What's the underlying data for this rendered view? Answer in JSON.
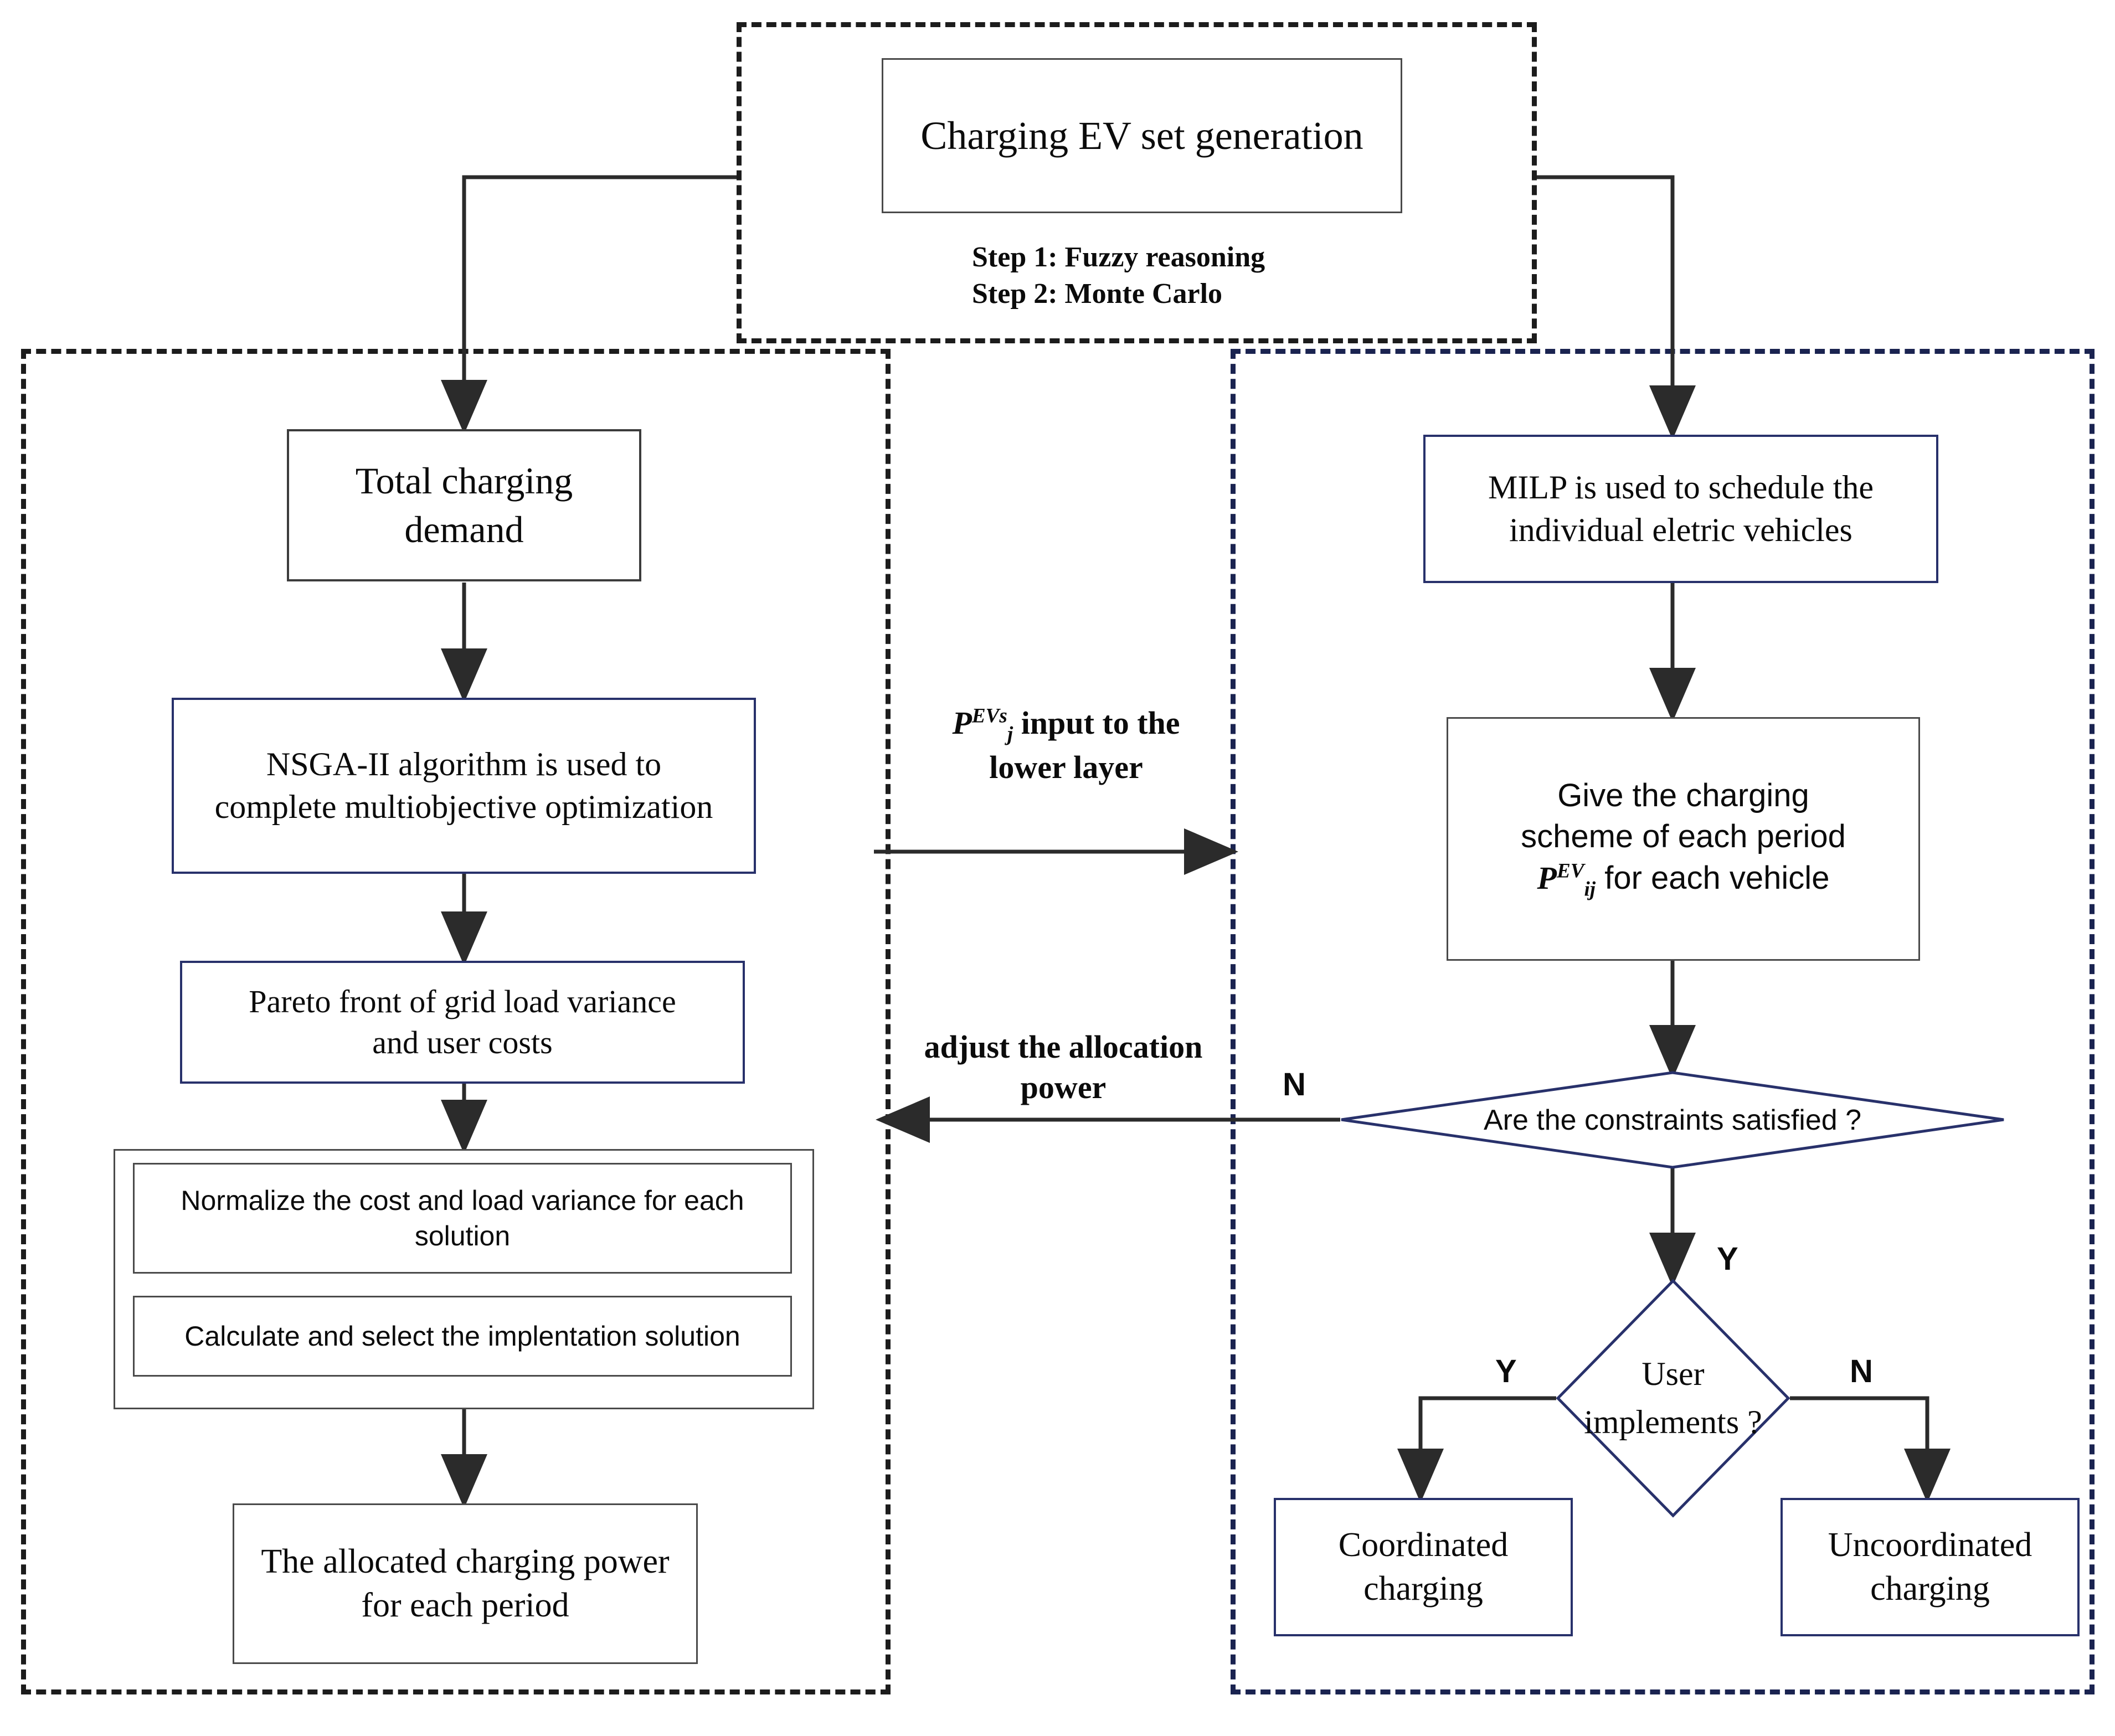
{
  "diagram": {
    "title": "Bilevel EV charging scheduling flowchart",
    "colors": {
      "navy_border": "#28316b",
      "navy_dash": "#1a2350",
      "black_border": "#3c3c3c",
      "black_dash": "#1c1c1c",
      "text": "#0b0b0b",
      "background": "#ffffff"
    }
  },
  "top_group": {
    "generation_box": "Charging EV set generation",
    "steps": [
      "Step 1: Fuzzy   reasoning",
      "Step 2: Monte Carlo"
    ]
  },
  "left_group": {
    "nodes": [
      {
        "id": "total-demand",
        "text": "Total charging\ndemand",
        "line1": "Total charging",
        "line2": "demand"
      },
      {
        "id": "nsga",
        "line1": "NSGA-II algorithm is used to",
        "line2": "complete multiobjective optimization"
      },
      {
        "id": "pareto",
        "line1": "Pareto front of grid load variance",
        "line2": "and user costs"
      },
      {
        "id": "normalize",
        "line1": "Normalize the cost and load variance for each",
        "line2": "solution"
      },
      {
        "id": "calculate",
        "line1": "Calculate and select the implentation solution"
      },
      {
        "id": "allocated",
        "line1": "The allocated charging power",
        "line2": "for each period"
      }
    ]
  },
  "right_group": {
    "nodes": [
      {
        "id": "milp",
        "line1": "MILP is used to schedule the",
        "line2": "individual eletric vehicles"
      },
      {
        "id": "scheme",
        "line1": "Give the charging",
        "line2": "scheme of each period",
        "formula_base": "P",
        "formula_sup": "EV",
        "formula_sub": "ij",
        "line3_tail": " for each vehicle"
      },
      {
        "id": "constraints",
        "text": "Are the constraints satisfied ?"
      },
      {
        "id": "user-implements",
        "line1": "User",
        "line2": "implements ?"
      },
      {
        "id": "coordinated",
        "line1": "Coordinated",
        "line2": "charging"
      },
      {
        "id": "uncoordinated",
        "line1": "Uncoordinated",
        "line2": "charging"
      }
    ]
  },
  "middle_labels": {
    "input_formula_base": "P",
    "input_formula_sup": "EVs",
    "input_formula_sub": "j",
    "input_text_line1": " input to the",
    "input_text_line2": "lower layer",
    "adjust_line1": "adjust the allocation",
    "adjust_line2": "power"
  },
  "decision_labels": {
    "constraints_no": "N",
    "constraints_yes": "Y",
    "user_yes": "Y",
    "user_no": "N"
  }
}
